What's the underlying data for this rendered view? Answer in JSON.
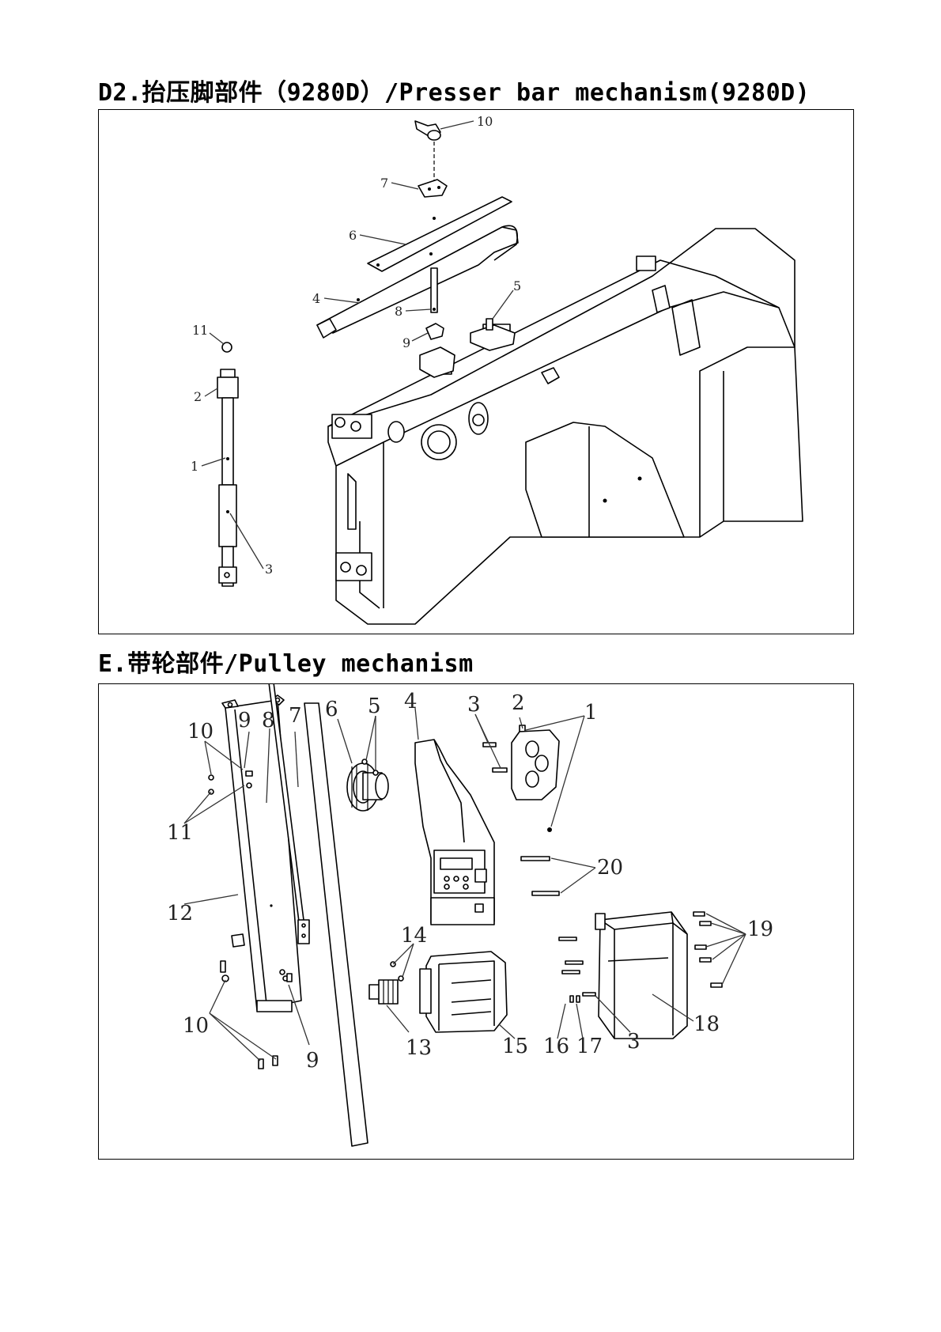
{
  "sections": [
    {
      "title": "D2.抬压脚部件（9280D）/Presser bar mechanism(9280D)"
    },
    {
      "title": "E.带轮部件/Pulley mechanism"
    }
  ],
  "diagram1": {
    "callouts": [
      "10",
      "7",
      "6",
      "4",
      "8",
      "9",
      "5",
      "11",
      "2",
      "1",
      "3"
    ]
  },
  "diagram2": {
    "callouts": [
      "10",
      "9",
      "8",
      "7",
      "6",
      "5",
      "4",
      "3",
      "2",
      "1",
      "11",
      "12",
      "20",
      "14",
      "19",
      "10",
      "13",
      "15",
      "16",
      "17",
      "3",
      "18",
      "9"
    ]
  }
}
